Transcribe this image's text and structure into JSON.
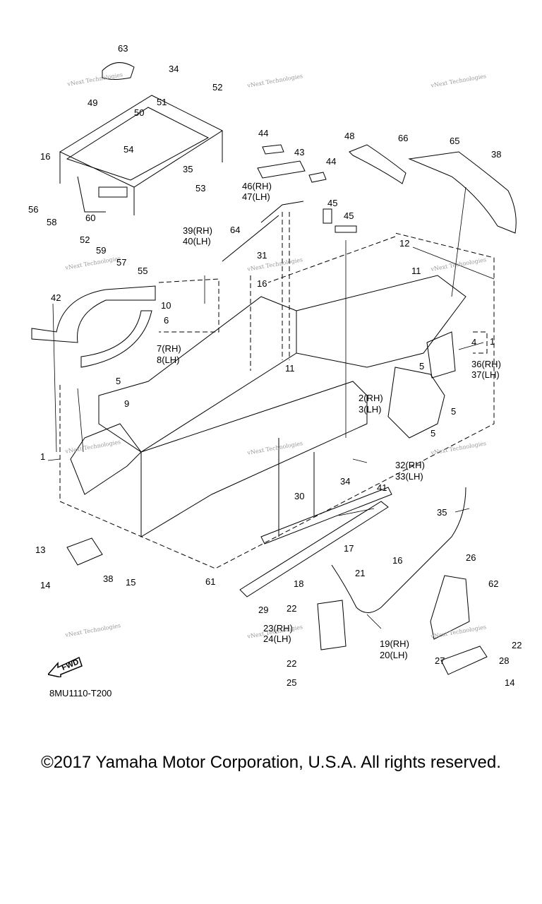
{
  "diagram": {
    "code": "8MU1110-T200",
    "fwd_label": "FWD",
    "watermark": "vNext Technologies",
    "callouts": [
      "63",
      "34",
      "52",
      "49",
      "51",
      "50",
      "54",
      "35",
      "53",
      "16",
      "56",
      "58",
      "60",
      "52",
      "59",
      "57",
      "55",
      "44",
      "43",
      "44",
      "46(RH)",
      "47(LH)",
      "48",
      "66",
      "65",
      "38",
      "45",
      "45",
      "64",
      "39(RH)",
      "40(LH)",
      "31",
      "12",
      "11",
      "42",
      "16",
      "10",
      "6",
      "7(RH)",
      "8(LH)",
      "11",
      "1",
      "4",
      "5",
      "36(RH)",
      "37(LH)",
      "5",
      "9",
      "2(RH)",
      "3(LH)",
      "5",
      "5",
      "1",
      "32(RH)",
      "33(LH)",
      "34",
      "41",
      "30",
      "35",
      "17",
      "13",
      "14",
      "38",
      "15",
      "61",
      "16",
      "21",
      "18",
      "26",
      "62",
      "29",
      "22",
      "23(RH)",
      "24(LH)",
      "19(RH)",
      "20(LH)",
      "22",
      "27",
      "28",
      "22",
      "25",
      "14"
    ]
  },
  "footer": {
    "copyright": "©2017 Yamaha Motor Corporation, U.S.A. All rights reserved."
  }
}
